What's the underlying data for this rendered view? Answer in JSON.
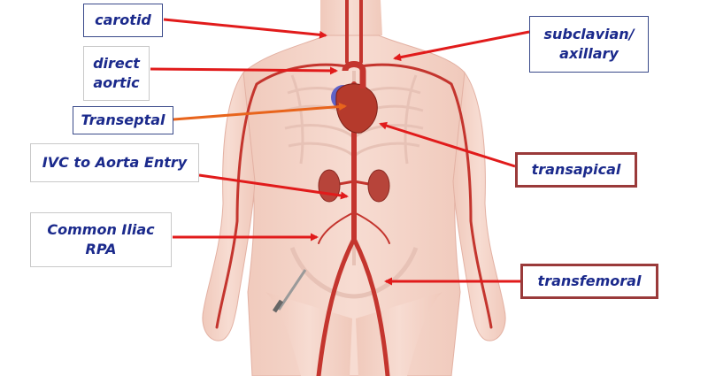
{
  "labels": {
    "carotid": "carotid",
    "direct_aortic": "direct\naortic",
    "transeptal": "Transeptal",
    "ivc_to_aorta": "IVC to Aorta Entry",
    "common_iliac": "Common Iliac\nRPA",
    "subclavian": "subclavian/\naxillary",
    "transapical": "transapical",
    "transfemoral": "transfemoral"
  },
  "colors": {
    "label_text": "#1b2a8c",
    "arrow": "#e11b1b",
    "skin": "#f2d2c6",
    "vessel": "#c4352e",
    "heart": "#b53a2c"
  },
  "icons": [
    "human-body-illustration",
    "heart-icon",
    "kidney-icon",
    "catheter-icon"
  ]
}
